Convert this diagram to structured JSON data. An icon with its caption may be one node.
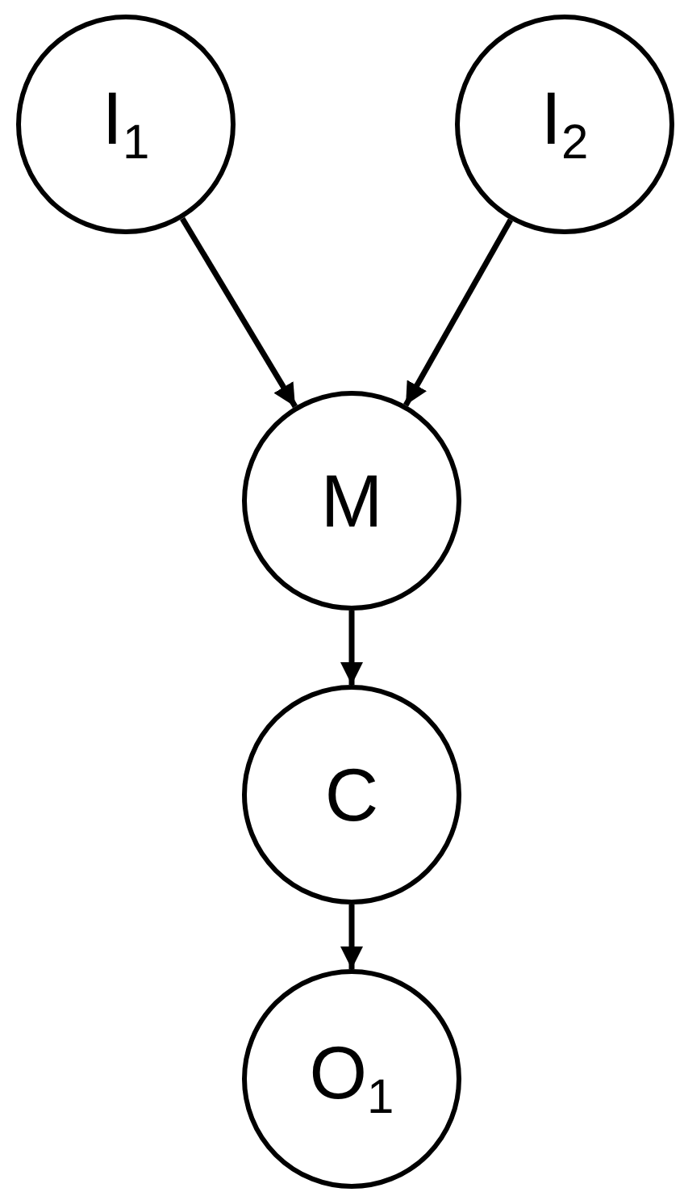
{
  "diagram": {
    "nodes": [
      {
        "text": [
          "I$_{1}$"
        ]
      },
      {
        "text": [
          "I$_{2}$"
        ]
      },
      {
        "text": [
          "M"
        ]
      },
      {
        "text": [
          "C"
        ]
      },
      {
        "text": [
          "O$_{1}$"
        ]
      }
    ],
    "edges": [
      {
        "from": 0,
        "to": 2,
        "arrow": "to"
      },
      {
        "from": 1,
        "to": 2,
        "arrow": "to"
      },
      {
        "from": 2,
        "to": 3,
        "arrow": "to"
      },
      {
        "from": 3,
        "to": 4,
        "arrow": "to"
      }
    ]
  }
}
